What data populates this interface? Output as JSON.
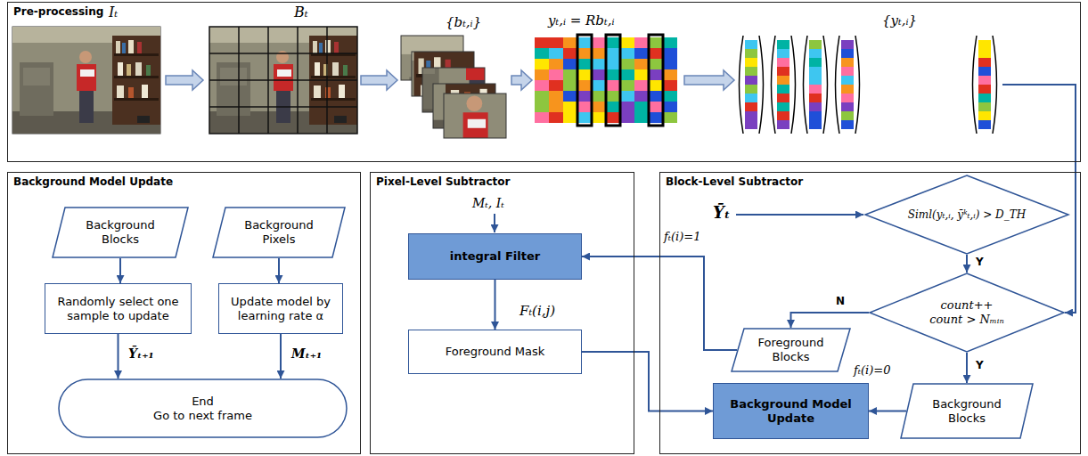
{
  "diagram": {
    "nodes": [
      {
        "text": [
          "Pre-processing"
        ]
      },
      {
        "text": [
          "Background Model Update"
        ]
      },
      {
        "text": [
          "Background Blocks"
        ],
        "in": 1
      },
      {
        "text": [
          "Background Pixels"
        ],
        "in": 1
      },
      {
        "text": [
          "Randomly select one sample to update"
        ],
        "in": 1
      },
      {
        "text": [
          "Update model by learning rate α"
        ],
        "in": 1
      },
      {
        "text": [
          "End",
          "Go to next frame"
        ],
        "in": 1
      },
      {
        "text": [
          "Pixel-Level Subtractor"
        ]
      },
      {
        "text": [
          "integral Filter"
        ],
        "in": 7
      },
      {
        "text": [
          "Foreground Mask"
        ],
        "in": 7
      },
      {
        "text": [
          "Block-Level Subtractor"
        ]
      },
      {
        "text": [
          "Siml(yₜ,ᵢ, ȳᵏₜ,ᵢ) > D_TH"
        ],
        "in": 10
      },
      {
        "text": [
          "count++",
          "count > Nₘᵢₙ"
        ],
        "in": 10
      },
      {
        "text": [
          "Foreground Blocks"
        ],
        "in": 10
      },
      {
        "text": [
          "Background Model Update"
        ],
        "in": 10
      },
      {
        "text": [
          "Background Blocks"
        ],
        "in": 10
      }
    ],
    "edges": [
      {
        "from": 2,
        "to": 4,
        "arrow": "to"
      },
      {
        "from": 3,
        "to": 5,
        "arrow": "to"
      },
      {
        "from": 4,
        "to": 6,
        "arrow": "to",
        "label": "Ȳₜ₊₁"
      },
      {
        "from": 5,
        "to": 6,
        "arrow": "to",
        "label": "Mₜ₊₁"
      },
      {
        "from": 8,
        "to": 9,
        "arrow": "to"
      },
      {
        "from": 9,
        "to": 14,
        "arrow": "to"
      },
      {
        "from": 11,
        "to": 12,
        "arrow": "to",
        "label": "Y"
      },
      {
        "from": 12,
        "to": 13,
        "arrow": "to",
        "label": "N"
      },
      {
        "from": 12,
        "to": 15,
        "arrow": "to",
        "label": "Y"
      },
      {
        "from": 13,
        "to": 8,
        "arrow": "to"
      },
      {
        "from": 15,
        "to": 14,
        "arrow": "to"
      },
      {
        "from": 0,
        "to": 12,
        "arrow": "to"
      }
    ],
    "labels": [
      "Iₜ",
      "Bₜ",
      "{bₜ,ᵢ}",
      "yₜ,ᵢ = Rbₜ,ᵢ",
      "{yₜ,ᵢ}",
      "Mₜ, Iₜ",
      "Fₜ(i,j)",
      "Ȳₜ",
      "fₜ(i)=1",
      "fₜ(i)=0"
    ]
  }
}
